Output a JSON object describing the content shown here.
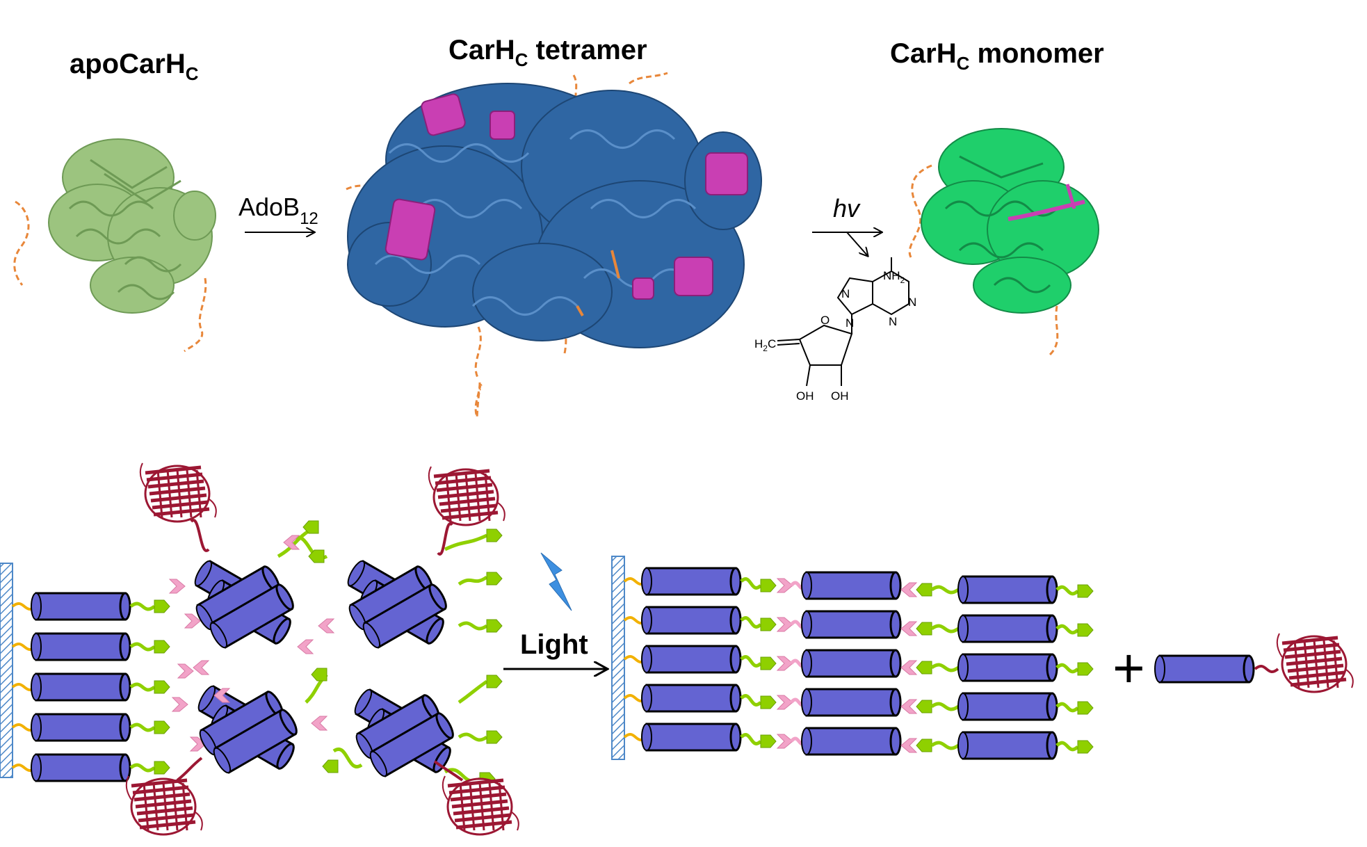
{
  "titles": {
    "apo_main": "apoCarH",
    "apo_sub": "C",
    "tetramer_main": "CarH",
    "tetramer_sub": "C",
    "tetramer_rest": " tetramer",
    "monomer_main": "CarH",
    "monomer_sub": "C",
    "monomer_rest": " monomer"
  },
  "arrows": {
    "ligand_main": "AdoB",
    "ligand_sub": "12",
    "photon": "hv",
    "light": "Light",
    "plus": "+"
  },
  "molecule": {
    "nh2": "NH",
    "nh2_sub": "2",
    "n1": "N",
    "n3": "N",
    "n7": "N",
    "n9": "N",
    "o4": "O",
    "ch2": "H",
    "ch2_sub": "2",
    "ch2_rest": "C",
    "oh_a": "OH",
    "oh_b": "OH"
  },
  "colors": {
    "apo_protein": "#9cc47f",
    "tetramer_protein": "#2f66a3",
    "cofactor": "#c93fb3",
    "monomer_protein": "#1fcf6b",
    "linker_orange": "#e8873a",
    "cylinder_fill": "#6464d2",
    "green_tag": "#8fd000",
    "pink_tag": "#f2a3c8",
    "gfp_red": "#9c1733",
    "yellow_linker": "#f2b100",
    "surface_blue": "#4d88c8",
    "bolt": "#3d8fe0"
  }
}
